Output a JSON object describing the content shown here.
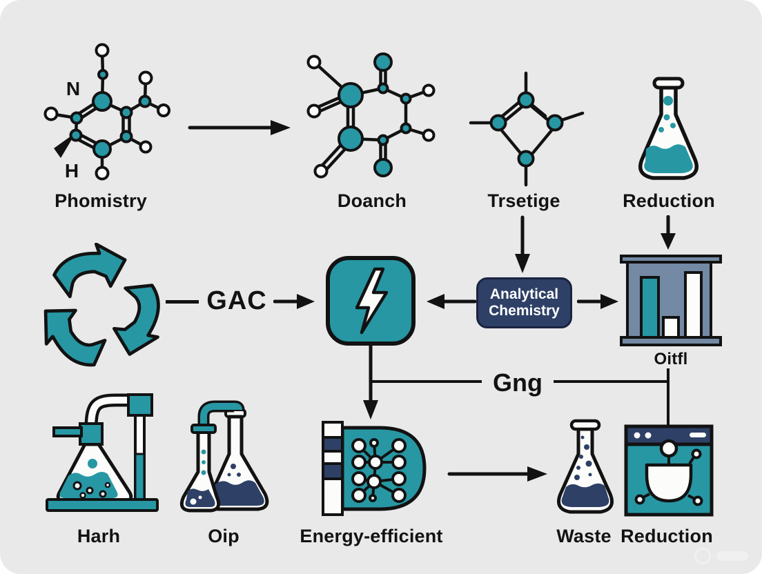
{
  "palette": {
    "bg": "#E9E9E9",
    "paper": "#FFFFFF",
    "ink": "#121212",
    "teal": "#2797A4",
    "navy": "#2E4066",
    "navyDark": "#1A2440",
    "slate": "#7389A4",
    "white": "#FCFCFA"
  },
  "top_row": {
    "molecule1": {
      "caption": "Phomistry",
      "label_n": "N",
      "label_h": "H"
    },
    "molecule2": {
      "caption": "Doanch"
    },
    "molecule3": {
      "caption": "Trsetige"
    },
    "flask": {
      "caption": "Reduction"
    }
  },
  "middle_row": {
    "gac_label": "GAC",
    "analytical_box": {
      "line1": "Analytical",
      "line2": "Chemistry"
    },
    "chart_caption": "Oitfl"
  },
  "connector": {
    "label": "Gng"
  },
  "bottom_row": {
    "apparatus_caption": "Harh",
    "flasks_caption": "Oip",
    "chip_caption": "Energy-efficient",
    "waste_caption": "Waste",
    "machine_caption": "Reduction"
  },
  "icons": [
    "molecule-icon",
    "arrow-icon",
    "flask-icon",
    "recycle-icon",
    "lightning-icon",
    "bar-chart-icon",
    "distillation-apparatus-icon",
    "flasks-pair-icon",
    "chip-network-icon",
    "waste-flask-icon",
    "machine-icon"
  ]
}
